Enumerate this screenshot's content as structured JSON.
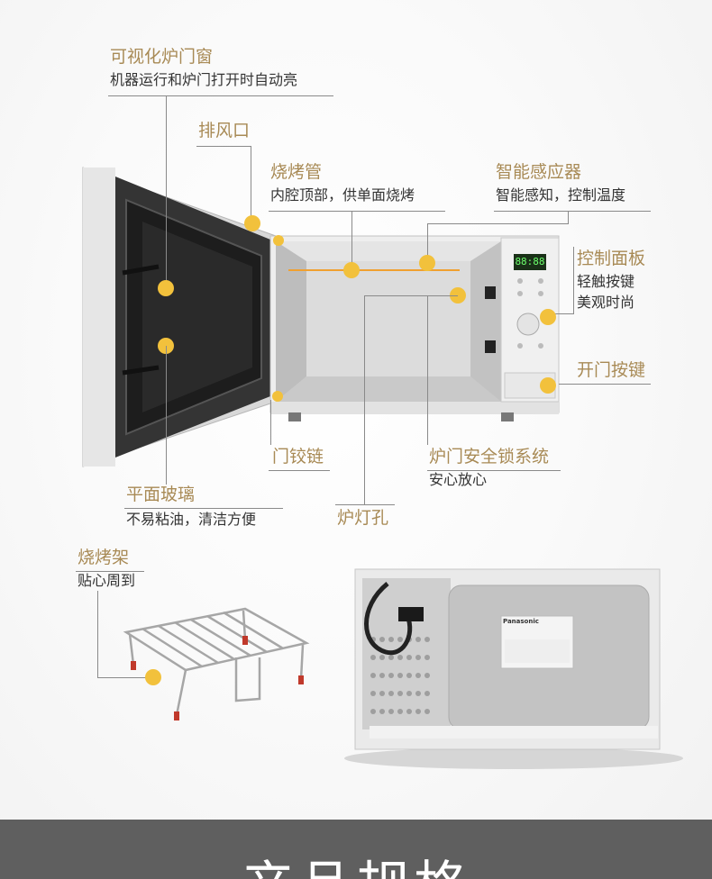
{
  "colors": {
    "accent_gold": "#a88a55",
    "dot_yellow": "#f2c13c",
    "band_gray": "#5f5f5f"
  },
  "callouts": {
    "window": {
      "title": "可视化炉门窗",
      "desc": "机器运行和炉门打开时自动亮"
    },
    "vent": {
      "title": "排风口"
    },
    "heater": {
      "title": "烧烤管",
      "desc": "内腔顶部，供单面烧烤"
    },
    "sensor": {
      "title": "智能感应器",
      "desc": "智能感知，控制温度"
    },
    "panel": {
      "title": "控制面板",
      "desc1": "轻触按键",
      "desc2": "美观时尚"
    },
    "open_button": {
      "title": "开门按键"
    },
    "hinge": {
      "title": "门铰链"
    },
    "lock": {
      "title": "炉门安全锁系统",
      "desc": "安心放心"
    },
    "glass": {
      "title": "平面玻璃",
      "desc": "不易粘油，清洁方便"
    },
    "lamp": {
      "title": "炉灯孔"
    },
    "rack": {
      "title": "烧烤架",
      "desc": "贴心周到"
    }
  },
  "device": {
    "display_readout": "88:88",
    "back_brand": "Panasonic"
  },
  "section": {
    "title": "产品规格"
  }
}
